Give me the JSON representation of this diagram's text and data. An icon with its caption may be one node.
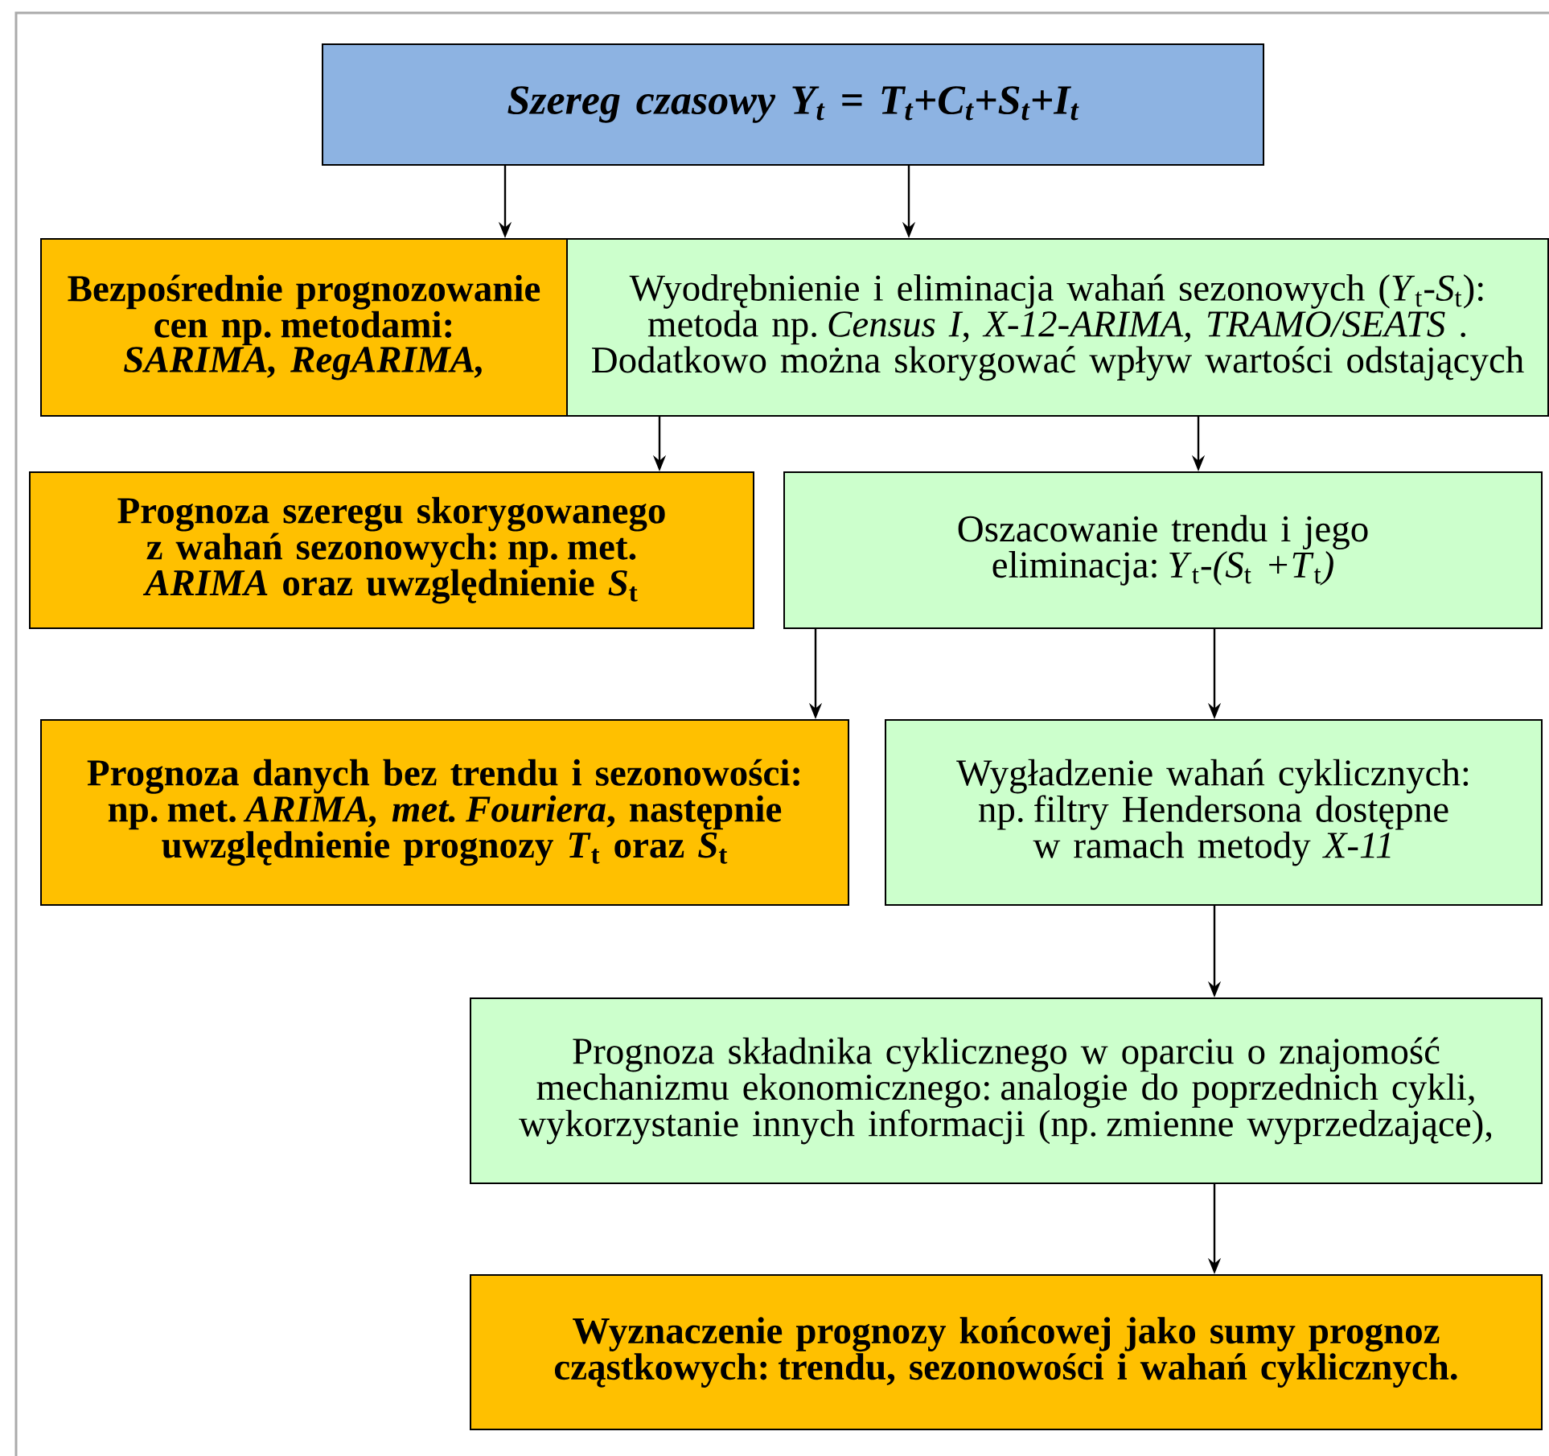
{
  "diagram": {
    "nodes": [
      {
        "text": [
          "Szereg czasowy Y$_{t}$ = T$_{t}$+C$_{t}$+S$_{t}$+I$_{t}$"
        ]
      },
      {
        "text": [
          "Bezpośrednie prognozowanie cen np. metodami: *SARIMA, RegARIMA,*"
        ]
      },
      {
        "text": [
          "Wyodrębnienie i eliminacja wahań sezonowych (*Y*$_{t}$-*S*$_{t}$): metoda np. *Census I*, *X-12-ARIMA, TRAMO/SEATS* . Dodatkowo można skorygować wpływ wartości odstających"
        ]
      },
      {
        "text": [
          "Prognoza szeregu skorygowanego z wahań sezonowych: np. met. *ARIMA* oraz uwzględnienie *S*$_{t}$"
        ]
      },
      {
        "text": [
          "Oszacowanie trendu i jego eliminacja: *Y*$_{t}$-*(S*$_{t}$ *+T*$_{t}$*)*"
        ]
      },
      {
        "text": [
          "Prognoza danych bez trendu i sezonowości: np. met. *ARIMA, met. Fouriera*, następnie uwzględnienie prognozy *T*$_{t}$ oraz *S*$_{t}$"
        ]
      },
      {
        "text": [
          "Wygładzenie wahań cyklicznych: np. filtry Hendersona dostępne w ramach metody *X-11*"
        ]
      },
      {
        "text": [
          "Prognoza składnika cyklicznego w oparciu o znajomość mechanizmu ekonomicznego: analogie do poprzednich cykli, wykorzystanie innych informacji (np. zmienne wyprzedzające),"
        ]
      },
      {
        "text": [
          "Wyznaczenie prognozy końcowej jako sumy prognoz cząstkowych: trendu, sezonowości i wahań cyklicznych."
        ]
      }
    ],
    "edges": [
      {
        "from": 0,
        "to": 1,
        "arrow": "to"
      },
      {
        "from": 0,
        "to": 2,
        "arrow": "to"
      },
      {
        "from": 2,
        "to": 3,
        "arrow": "to"
      },
      {
        "from": 2,
        "to": 4,
        "arrow": "to"
      },
      {
        "from": 4,
        "to": 5,
        "arrow": "to"
      },
      {
        "from": 4,
        "to": 6,
        "arrow": "to"
      },
      {
        "from": 6,
        "to": 7,
        "arrow": "to"
      },
      {
        "from": 7,
        "to": 8,
        "arrow": "to"
      }
    ]
  }
}
